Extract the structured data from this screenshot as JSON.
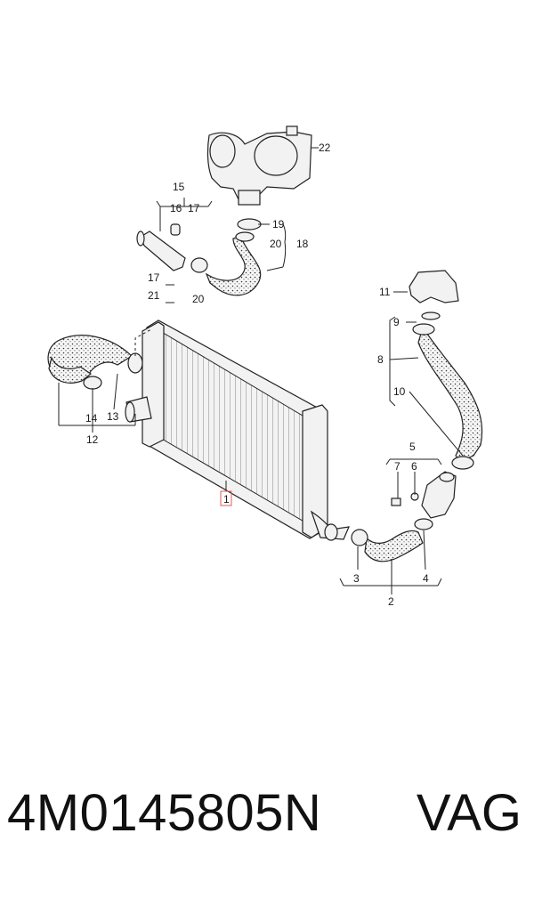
{
  "diagram": {
    "labels": {
      "l1": "1",
      "l2": "2",
      "l3": "3",
      "l4": "4",
      "l5": "5",
      "l6": "6",
      "l7": "7",
      "l8": "8",
      "l9": "9",
      "l10": "10",
      "l11": "11",
      "l12": "12",
      "l13": "13",
      "l14": "14",
      "l15": "15",
      "l16": "16",
      "l17a": "17",
      "l17b": "17",
      "l18": "18",
      "l19": "19",
      "l20a": "20",
      "l20b": "20",
      "l21": "21",
      "l22": "22"
    },
    "highlight_color": "#e05a5a"
  },
  "footer": {
    "part_number": "4M0145805N",
    "brand": "VAG"
  }
}
